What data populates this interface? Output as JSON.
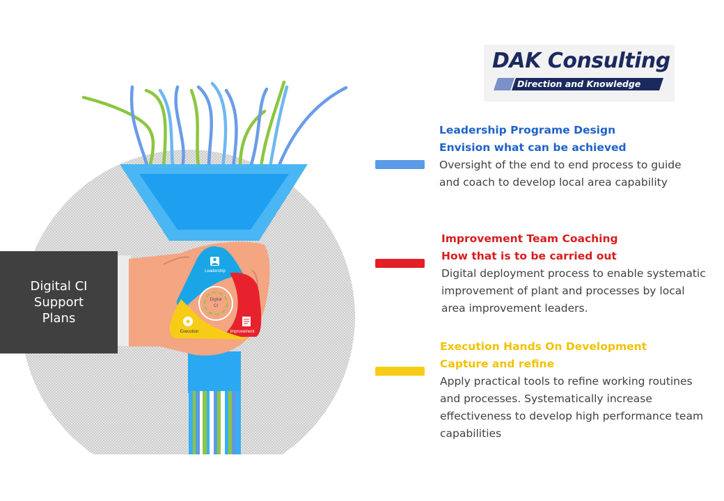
{
  "logo": {
    "company": "DAK Consulting",
    "tagline": "Direction and Knowledge",
    "colors": {
      "navy": "#1b2a5e",
      "light": "#7b8fc8"
    }
  },
  "side_label": {
    "lines": [
      "Digital CI",
      "Support",
      "Plans"
    ]
  },
  "cycle": {
    "center": "Digital CI",
    "segments": [
      {
        "label": "Leadership",
        "color": "#1aa6e6"
      },
      {
        "label": "Improvement",
        "color": "#e8222c"
      },
      {
        "label": "Execution",
        "color": "#f7cc17"
      }
    ]
  },
  "sections": [
    {
      "id": "leadership",
      "color": "#1f63c8",
      "marker_color": "#5b9be6",
      "heading1": "Leadership Programe Design",
      "heading2": "Envision what can be achieved",
      "body": [
        "Oversight of the end to end process to guide",
        "and coach to develop local area capability"
      ]
    },
    {
      "id": "improvement",
      "color": "#d61e1e",
      "marker_color": "#e21f26",
      "heading1": "Improvement Team Coaching",
      "heading2": "How that is to be carried out",
      "body": [
        "Digital deployment  process to enable systematic",
        "improvement  of plant and processes by local",
        "area improvement  leaders."
      ]
    },
    {
      "id": "execution",
      "color": "#f2c200",
      "marker_color": "#f7cc17",
      "heading1": "Execution Hands On Development",
      "heading2": "Capture and refine",
      "body": [
        "Apply practical tools to refine working routines",
        "and processes.  Systematically increase",
        "effectiveness to develop high performance team",
        "capabilities"
      ]
    }
  ],
  "icons": [
    "funnel-icon",
    "hand-icon",
    "gear-icon",
    "person-icon",
    "document-icon"
  ]
}
